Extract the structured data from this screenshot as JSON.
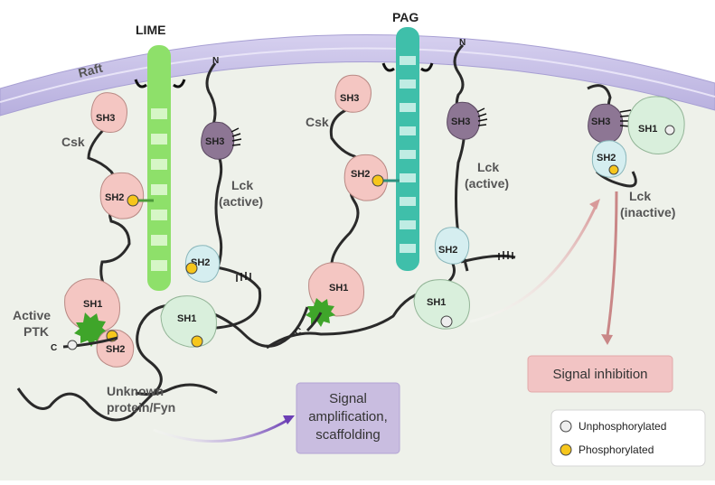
{
  "labels": {
    "raft": "Raft",
    "lime": "LIME",
    "pag": "PAG",
    "csk_left": "Csk",
    "csk_mid": "Csk",
    "lck_active_left_1": "Lck",
    "lck_active_left_2": "(active)",
    "lck_active_mid_1": "Lck",
    "lck_active_mid_2": "(active)",
    "lck_inactive_1": "Lck",
    "lck_inactive_2": "(inactive)",
    "active_ptk_1": "Active",
    "active_ptk_2": "PTK",
    "unknown_1": "Unknown",
    "unknown_2": "protein/Fyn",
    "n_term": "N",
    "c_term": "C"
  },
  "domains": {
    "sh1": "SH1",
    "sh2": "SH2",
    "sh3": "SH3"
  },
  "boxes": {
    "amplification_1": "Signal",
    "amplification_2": "amplification,",
    "amplification_3": "scaffolding",
    "inhibition": "Signal inhibition"
  },
  "legend": {
    "unphosphorylated": "Unphosphorylated",
    "phosphorylated": "Phosphorylated"
  },
  "colors": {
    "membrane": "#c5bee6",
    "lime": "#8ee06a",
    "pag": "#3fbfaa",
    "csk": "#f4c6c2",
    "lck": "#d9efdc",
    "sh3_lck": "#8d7694",
    "phospho": "#f6c61c",
    "amplification_box": "#c9bde0",
    "inhibition_box": "#f2c4c4"
  }
}
